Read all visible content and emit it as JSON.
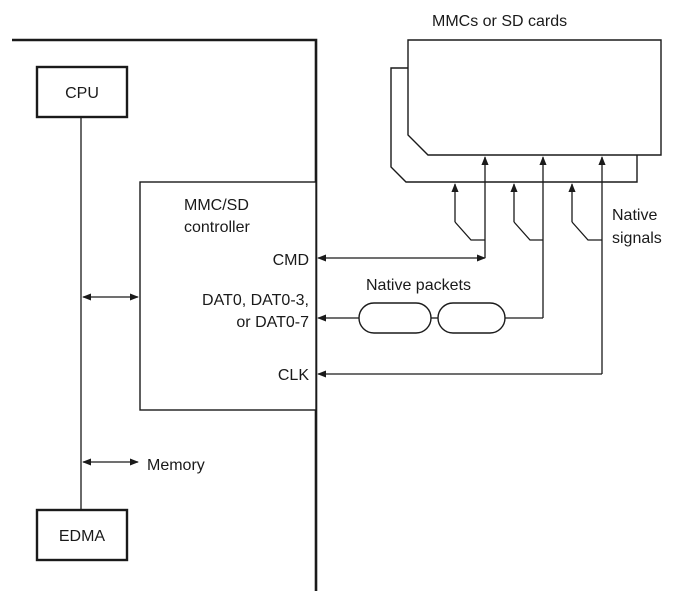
{
  "blocks": {
    "cpu": "CPU",
    "edma": "EDMA",
    "controller_line1": "MMC/SD",
    "controller_line2": "controller"
  },
  "pins": {
    "cmd": "CMD",
    "dat_line1": "DAT0, DAT0-3,",
    "dat_line2": "or DAT0-7",
    "clk": "CLK"
  },
  "labels": {
    "cards": "MMCs or SD cards",
    "native_packets": "Native packets",
    "native_signals_line1": "Native",
    "native_signals_line2": "signals",
    "memory": "Memory"
  }
}
